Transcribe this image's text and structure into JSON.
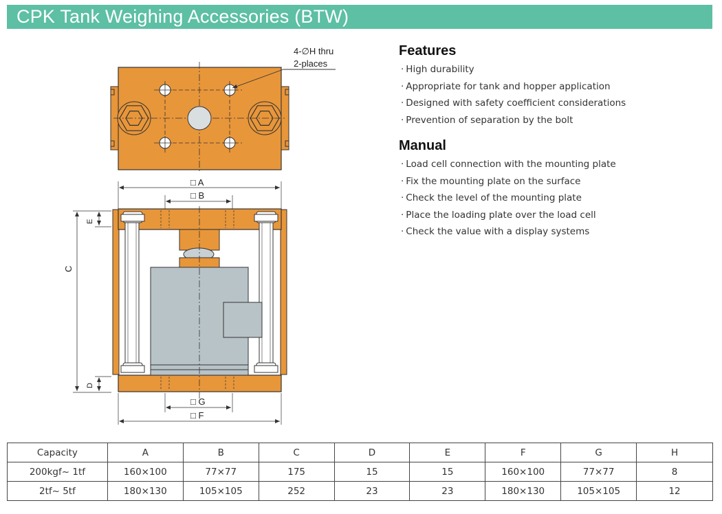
{
  "header": {
    "title": "CPK Tank Weighing Accessories (BTW)"
  },
  "drawing": {
    "callout_line1": "4-∅H thru",
    "callout_line2": "2-places",
    "label_a": "□ A",
    "label_b": "□ B",
    "label_c": "C",
    "label_d": "D",
    "label_e": "E",
    "label_f": "□ F",
    "label_g": "□ G",
    "colors": {
      "plate": "#e8963a",
      "cell": "#b8c3c8",
      "edge": "#333333"
    }
  },
  "features": {
    "heading": "Features",
    "items": [
      "High durability",
      "Appropriate for tank and hopper application",
      "Designed with safety coefficient considerations",
      "Prevention of separation by the bolt"
    ]
  },
  "manual": {
    "heading": "Manual",
    "items": [
      "Load cell connection with the mounting plate",
      "Fix the mounting plate on the surface",
      "Check the level of the mounting plate",
      "Place the loading plate over the load cell",
      "Check the value with a display systems"
    ]
  },
  "bullet_char": "·",
  "table": {
    "headers": [
      "Capacity",
      "A",
      "B",
      "C",
      "D",
      "E",
      "F",
      "G",
      "H"
    ],
    "rows": [
      [
        "200kgf~ 1tf",
        "160×100",
        "77×77",
        "175",
        "15",
        "15",
        "160×100",
        "77×77",
        "8"
      ],
      [
        "2tf~ 5tf",
        "180×130",
        "105×105",
        "252",
        "23",
        "23",
        "180×130",
        "105×105",
        "12"
      ]
    ]
  }
}
